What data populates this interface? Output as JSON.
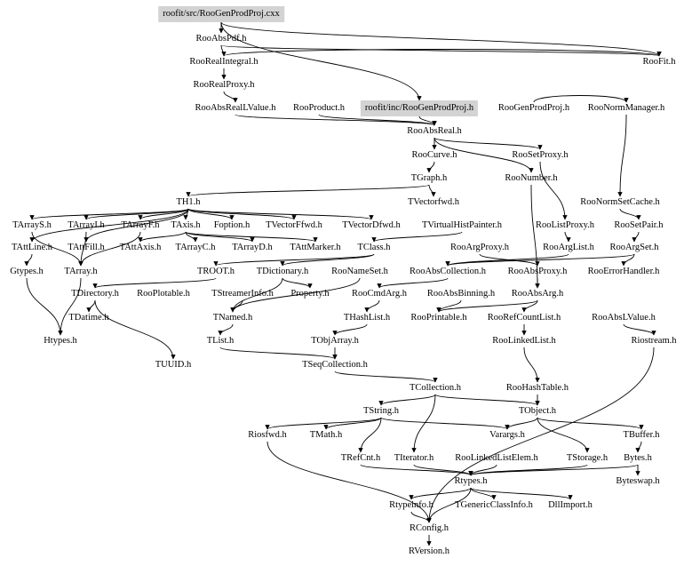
{
  "diagram": {
    "title": "roofit/src/RooGenProdProj.cxx include dependency graph",
    "highlight_color": "#d3d3d3",
    "edge_color": "#000000",
    "nodes": [
      {
        "id": "src",
        "label": "roofit/src/RooGenProdProj.cxx",
        "highlight": true
      },
      {
        "id": "RooAbsPdf",
        "label": "RooAbsPdf.h"
      },
      {
        "id": "RooFit",
        "label": "RooFit.h"
      },
      {
        "id": "RooRealIntegral",
        "label": "RooRealIntegral.h"
      },
      {
        "id": "RooRealProxy",
        "label": "RooRealProxy.h"
      },
      {
        "id": "RooAbsRealLValue",
        "label": "RooAbsRealLValue.h"
      },
      {
        "id": "RooProduct",
        "label": "RooProduct.h"
      },
      {
        "id": "inc",
        "label": "roofit/inc/RooGenProdProj.h",
        "highlight": true
      },
      {
        "id": "RooGenProdProj",
        "label": "RooGenProdProj.h"
      },
      {
        "id": "RooNormManager",
        "label": "RooNormManager.h"
      },
      {
        "id": "RooAbsReal",
        "label": "RooAbsReal.h"
      },
      {
        "id": "RooCurve",
        "label": "RooCurve.h"
      },
      {
        "id": "RooSetProxy",
        "label": "RooSetProxy.h"
      },
      {
        "id": "TGraph",
        "label": "TGraph.h"
      },
      {
        "id": "RooNumber",
        "label": "RooNumber.h"
      },
      {
        "id": "TH1",
        "label": "TH1.h"
      },
      {
        "id": "TVectorfwd",
        "label": "TVectorfwd.h"
      },
      {
        "id": "RooNormSetCache",
        "label": "RooNormSetCache.h"
      },
      {
        "id": "TArrayS",
        "label": "TArrayS.h"
      },
      {
        "id": "TArrayI",
        "label": "TArrayI.h"
      },
      {
        "id": "TArrayF",
        "label": "TArrayF.h"
      },
      {
        "id": "TAxis",
        "label": "TAxis.h"
      },
      {
        "id": "Foption",
        "label": "Foption.h"
      },
      {
        "id": "TVectorFfwd",
        "label": "TVectorFfwd.h"
      },
      {
        "id": "TVectorDfwd",
        "label": "TVectorDfwd.h"
      },
      {
        "id": "TVirtualHistPainter",
        "label": "TVirtualHistPainter.h"
      },
      {
        "id": "RooListProxy",
        "label": "RooListProxy.h"
      },
      {
        "id": "RooSetPair",
        "label": "RooSetPair.h"
      },
      {
        "id": "TAttLine",
        "label": "TAttLine.h"
      },
      {
        "id": "TAttFill",
        "label": "TAttFill.h"
      },
      {
        "id": "TAttAxis",
        "label": "TAttAxis.h"
      },
      {
        "id": "TArrayC",
        "label": "TArrayC.h"
      },
      {
        "id": "TArrayD",
        "label": "TArrayD.h"
      },
      {
        "id": "TAttMarker",
        "label": "TAttMarker.h"
      },
      {
        "id": "TClass",
        "label": "TClass.h"
      },
      {
        "id": "RooArgProxy",
        "label": "RooArgProxy.h"
      },
      {
        "id": "RooArgList",
        "label": "RooArgList.h"
      },
      {
        "id": "RooArgSet",
        "label": "RooArgSet.h"
      },
      {
        "id": "Gtypes",
        "label": "Gtypes.h"
      },
      {
        "id": "TArray",
        "label": "TArray.h"
      },
      {
        "id": "TROOT",
        "label": "TROOT.h"
      },
      {
        "id": "TDictionary",
        "label": "TDictionary.h"
      },
      {
        "id": "RooNameSet",
        "label": "RooNameSet.h"
      },
      {
        "id": "RooAbsCollection",
        "label": "RooAbsCollection.h"
      },
      {
        "id": "RooAbsProxy",
        "label": "RooAbsProxy.h"
      },
      {
        "id": "RooErrorHandler",
        "label": "RooErrorHandler.h"
      },
      {
        "id": "TDirectory",
        "label": "TDirectory.h"
      },
      {
        "id": "RooPlotable",
        "label": "RooPlotable.h"
      },
      {
        "id": "TStreamerInfo",
        "label": "TStreamerInfo.h"
      },
      {
        "id": "Property",
        "label": "Property.h"
      },
      {
        "id": "RooCmdArg",
        "label": "RooCmdArg.h"
      },
      {
        "id": "RooAbsBinning",
        "label": "RooAbsBinning.h"
      },
      {
        "id": "RooAbsArg",
        "label": "RooAbsArg.h"
      },
      {
        "id": "TDatime",
        "label": "TDatime.h"
      },
      {
        "id": "TNamed",
        "label": "TNamed.h"
      },
      {
        "id": "THashList",
        "label": "THashList.h"
      },
      {
        "id": "RooPrintable",
        "label": "RooPrintable.h"
      },
      {
        "id": "RooRefCountList",
        "label": "RooRefCountList.h"
      },
      {
        "id": "RooAbsLValue",
        "label": "RooAbsLValue.h"
      },
      {
        "id": "Htypes",
        "label": "Htypes.h"
      },
      {
        "id": "TList",
        "label": "TList.h"
      },
      {
        "id": "TObjArray",
        "label": "TObjArray.h"
      },
      {
        "id": "RooLinkedList",
        "label": "RooLinkedList.h"
      },
      {
        "id": "Riostream",
        "label": "Riostream.h"
      },
      {
        "id": "TUUID",
        "label": "TUUID.h"
      },
      {
        "id": "TSeqCollection",
        "label": "TSeqCollection.h"
      },
      {
        "id": "TCollection",
        "label": "TCollection.h"
      },
      {
        "id": "RooHashTable",
        "label": "RooHashTable.h"
      },
      {
        "id": "TString",
        "label": "TString.h"
      },
      {
        "id": "TObject",
        "label": "TObject.h"
      },
      {
        "id": "Riosfwd",
        "label": "Riosfwd.h"
      },
      {
        "id": "TMath",
        "label": "TMath.h"
      },
      {
        "id": "Varargs",
        "label": "Varargs.h"
      },
      {
        "id": "TBuffer",
        "label": "TBuffer.h"
      },
      {
        "id": "TRefCnt",
        "label": "TRefCnt.h"
      },
      {
        "id": "TIterator",
        "label": "TIterator.h"
      },
      {
        "id": "RooLinkedListElem",
        "label": "RooLinkedListElem.h"
      },
      {
        "id": "TStorage",
        "label": "TStorage.h"
      },
      {
        "id": "Bytes",
        "label": "Bytes.h"
      },
      {
        "id": "Rtypes",
        "label": "Rtypes.h"
      },
      {
        "id": "Byteswap",
        "label": "Byteswap.h"
      },
      {
        "id": "Rtypeinfo",
        "label": "Rtypeinfo.h"
      },
      {
        "id": "TGenericClassInfo",
        "label": "TGenericClassInfo.h"
      },
      {
        "id": "DllImport",
        "label": "DllImport.h"
      },
      {
        "id": "RConfig",
        "label": "RConfig.h"
      },
      {
        "id": "RVersion",
        "label": "RVersion.h"
      }
    ],
    "edges": [
      [
        "src",
        "RooAbsPdf"
      ],
      [
        "src",
        "RooFit"
      ],
      [
        "src",
        "inc"
      ],
      [
        "RooAbsPdf",
        "RooRealIntegral"
      ],
      [
        "RooAbsPdf",
        "RooFit"
      ],
      [
        "RooRealIntegral",
        "RooRealProxy"
      ],
      [
        "RooRealIntegral",
        "RooFit"
      ],
      [
        "RooRealProxy",
        "RooAbsRealLValue"
      ],
      [
        "RooAbsRealLValue",
        "RooAbsReal"
      ],
      [
        "RooProduct",
        "RooAbsReal"
      ],
      [
        "inc",
        "RooAbsReal"
      ],
      [
        "RooGenProdProj",
        "RooNormManager"
      ],
      [
        "RooNormManager",
        "RooNormSetCache"
      ],
      [
        "RooAbsReal",
        "RooCurve"
      ],
      [
        "RooAbsReal",
        "RooSetProxy"
      ],
      [
        "RooAbsReal",
        "RooNumber"
      ],
      [
        "RooCurve",
        "TGraph"
      ],
      [
        "TGraph",
        "TVectorfwd"
      ],
      [
        "TGraph",
        "TH1"
      ],
      [
        "TH1",
        "TArrayS"
      ],
      [
        "TH1",
        "TArrayI"
      ],
      [
        "TH1",
        "TArrayF"
      ],
      [
        "TH1",
        "TAxis"
      ],
      [
        "TH1",
        "Foption"
      ],
      [
        "TH1",
        "TVectorFfwd"
      ],
      [
        "TH1",
        "TVectorDfwd"
      ],
      [
        "TH1",
        "TAttLine"
      ],
      [
        "TH1",
        "TAttFill"
      ],
      [
        "TAxis",
        "TAttAxis"
      ],
      [
        "TAxis",
        "TArrayC"
      ],
      [
        "TAxis",
        "TArrayD"
      ],
      [
        "TAxis",
        "TAttMarker"
      ],
      [
        "TAttLine",
        "Gtypes"
      ],
      [
        "TArrayS",
        "TArray"
      ],
      [
        "TArrayI",
        "TArray"
      ],
      [
        "TArrayF",
        "TArray"
      ],
      [
        "TVirtualHistPainter",
        "TClass"
      ],
      [
        "RooListProxy",
        "RooArgList"
      ],
      [
        "RooSetPair",
        "RooArgSet"
      ],
      [
        "RooSetProxy",
        "RooListProxy"
      ],
      [
        "RooNumber",
        "RooAbsArg"
      ],
      [
        "RooNormSetCache",
        "RooSetPair"
      ],
      [
        "RooArgList",
        "RooAbsCollection"
      ],
      [
        "RooArgSet",
        "RooAbsCollection"
      ],
      [
        "RooArgSet",
        "RooErrorHandler"
      ],
      [
        "RooArgProxy",
        "RooAbsProxy"
      ],
      [
        "RooAbsProxy",
        "RooAbsArg"
      ],
      [
        "TClass",
        "TDictionary"
      ],
      [
        "TClass",
        "TROOT"
      ],
      [
        "TROOT",
        "TDirectory"
      ],
      [
        "TDictionary",
        "Property"
      ],
      [
        "TDictionary",
        "TNamed"
      ],
      [
        "TStreamerInfo",
        "TNamed"
      ],
      [
        "TDirectory",
        "TDatime"
      ],
      [
        "TDirectory",
        "TUUID"
      ],
      [
        "Gtypes",
        "Htypes"
      ],
      [
        "TArray",
        "Htypes"
      ],
      [
        "RooNameSet",
        "TNamed"
      ],
      [
        "RooAbsCollection",
        "RooCmdArg"
      ],
      [
        "RooAbsArg",
        "RooPrintable"
      ],
      [
        "RooAbsArg",
        "RooRefCountList"
      ],
      [
        "RooCmdArg",
        "THashList"
      ],
      [
        "RooAbsBinning",
        "RooPrintable"
      ],
      [
        "TNamed",
        "TList"
      ],
      [
        "THashList",
        "TObjArray"
      ],
      [
        "TObjArray",
        "TSeqCollection"
      ],
      [
        "TList",
        "TSeqCollection"
      ],
      [
        "RooRefCountList",
        "RooLinkedList"
      ],
      [
        "RooAbsLValue",
        "Riostream"
      ],
      [
        "TSeqCollection",
        "TCollection"
      ],
      [
        "RooLinkedList",
        "RooHashTable"
      ],
      [
        "TCollection",
        "TString"
      ],
      [
        "TCollection",
        "TObject"
      ],
      [
        "RooHashTable",
        "TObject"
      ],
      [
        "TString",
        "TMath"
      ],
      [
        "TString",
        "Riosfwd"
      ],
      [
        "TString",
        "TRefCnt"
      ],
      [
        "TString",
        "Varargs"
      ],
      [
        "TObject",
        "Varargs"
      ],
      [
        "TObject",
        "TBuffer"
      ],
      [
        "TObject",
        "TStorage"
      ],
      [
        "TBuffer",
        "Bytes"
      ],
      [
        "Bytes",
        "Byteswap"
      ],
      [
        "TCollection",
        "TIterator"
      ],
      [
        "TRefCnt",
        "Rtypes"
      ],
      [
        "TIterator",
        "Rtypes"
      ],
      [
        "RooLinkedListElem",
        "Rtypes"
      ],
      [
        "TStorage",
        "Rtypes"
      ],
      [
        "Bytes",
        "Rtypes"
      ],
      [
        "Rtypes",
        "Rtypeinfo"
      ],
      [
        "Rtypes",
        "TGenericClassInfo"
      ],
      [
        "Rtypes",
        "DllImport"
      ],
      [
        "Rtypes",
        "RConfig"
      ],
      [
        "Rtypeinfo",
        "RConfig"
      ],
      [
        "Riosfwd",
        "RConfig"
      ],
      [
        "Riostream",
        "RConfig"
      ],
      [
        "RConfig",
        "RVersion"
      ]
    ]
  }
}
